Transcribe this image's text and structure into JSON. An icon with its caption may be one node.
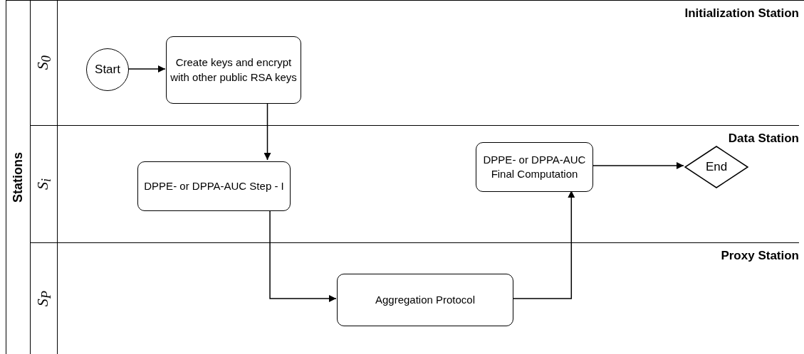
{
  "diagram": {
    "nodes": [
      {
        "text": [
          "Stations"
        ]
      },
      {
        "text": [
          "S$_{0}$",
          "Initialization Station"
        ],
        "in": 0
      },
      {
        "text": [
          "S$_{i}$",
          "Data Station"
        ],
        "in": 0
      },
      {
        "text": [
          "S$_{P}$",
          "Proxy Station"
        ],
        "in": 0
      },
      {
        "text": [
          "Start"
        ],
        "in": 1
      },
      {
        "text": [
          "Create keys and encrypt with other public RSA keys"
        ],
        "in": 1
      },
      {
        "text": [
          "DPPE- or DPPA-AUC Step - I"
        ],
        "in": 2
      },
      {
        "text": [
          "DPPE- or DPPA-AUC Final Computation"
        ],
        "in": 2
      },
      {
        "text": [
          "End"
        ],
        "in": 2
      },
      {
        "text": [
          "Aggregation Protocol"
        ],
        "in": 3
      }
    ],
    "edges": [
      {
        "from": 4,
        "to": 5,
        "arrow": "to"
      },
      {
        "from": 5,
        "to": 6,
        "arrow": "to"
      },
      {
        "from": 6,
        "to": 9,
        "arrow": "to"
      },
      {
        "from": 9,
        "to": 7,
        "arrow": "to"
      },
      {
        "from": 7,
        "to": 8,
        "arrow": "to"
      }
    ]
  }
}
